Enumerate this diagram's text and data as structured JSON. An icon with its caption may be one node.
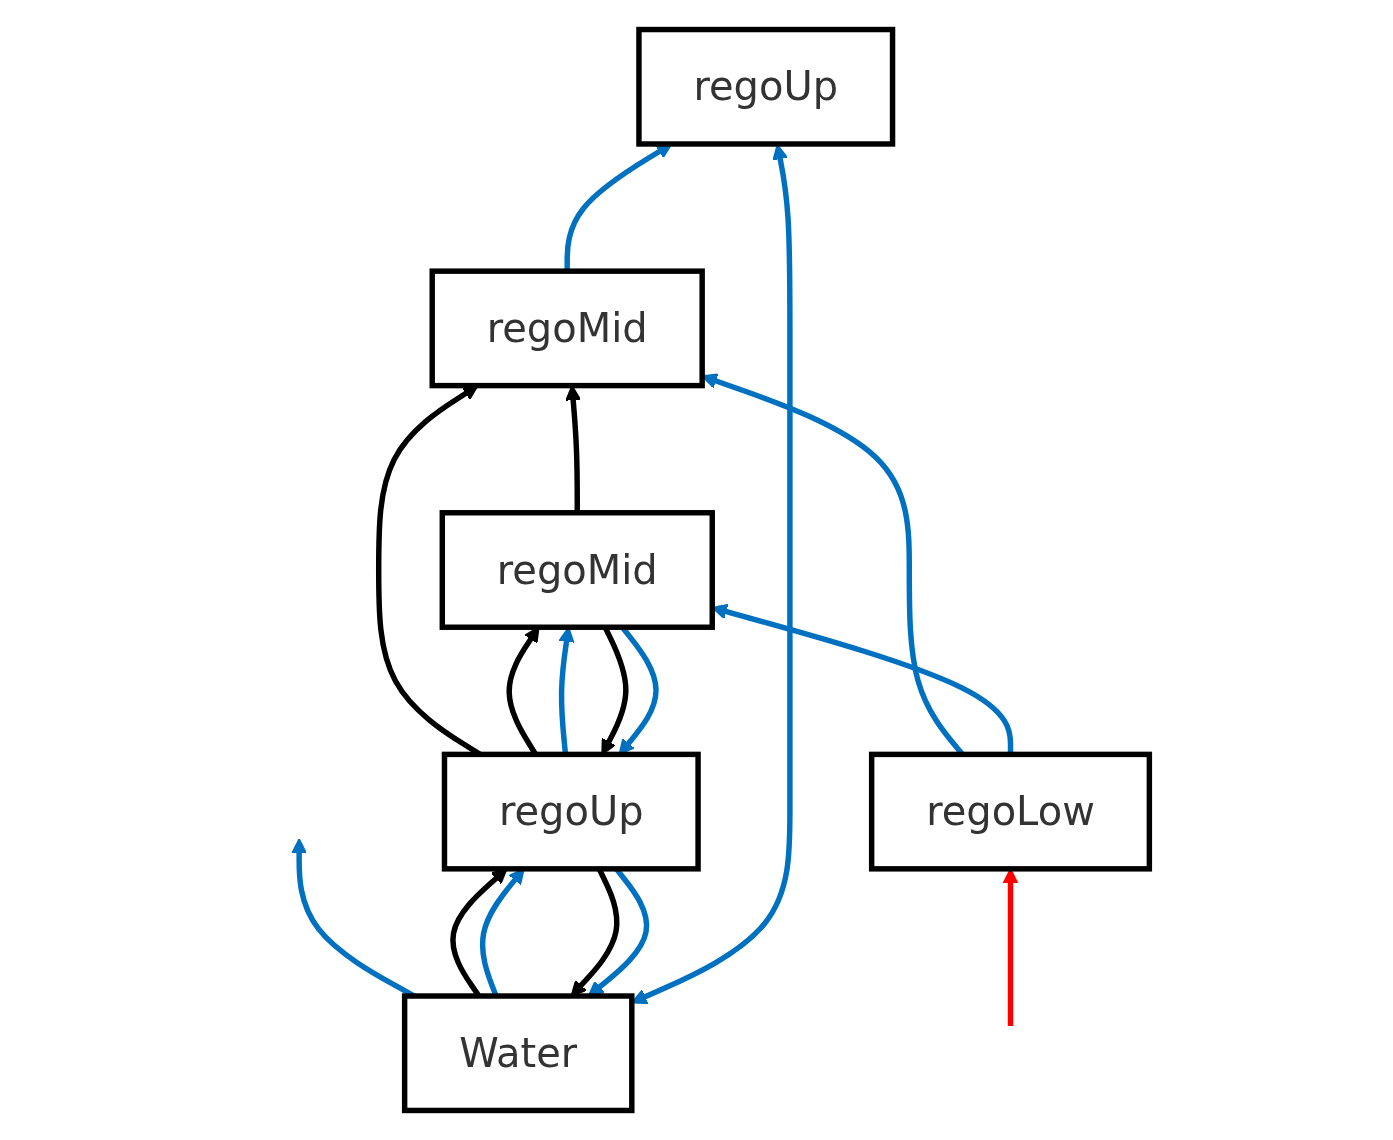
{
  "diagram": {
    "nodes": [
      {
        "text": [
          "Water"
        ]
      },
      {
        "text": [
          "regoUp"
        ]
      },
      {
        "text": [
          "regoUp"
        ]
      },
      {
        "text": [
          "regoMid"
        ]
      },
      {
        "text": [
          "regoMid"
        ]
      },
      {
        "text": [
          "regoLow"
        ]
      }
    ],
    "edges": [
      {
        "from": 1,
        "to": 0,
        "arrow": "both"
      },
      {
        "from": 0,
        "to": null,
        "arrow": "to"
      },
      {
        "from": 2,
        "to": 0,
        "arrow": "to",
        "color": "#000000"
      },
      {
        "from": 0,
        "to": 2,
        "arrow": "to",
        "color": "#000000"
      },
      {
        "from": 2,
        "to": 0,
        "arrow": "to"
      },
      {
        "from": 0,
        "to": 2,
        "arrow": "to"
      },
      {
        "from": 2,
        "to": 3,
        "arrow": "to",
        "color": "#000000"
      },
      {
        "from": 4,
        "to": 2,
        "arrow": "to",
        "color": "#000000"
      },
      {
        "from": 2,
        "to": 4,
        "arrow": "to",
        "color": "#000000"
      },
      {
        "from": 4,
        "to": 2,
        "arrow": "to"
      },
      {
        "from": 2,
        "to": 4,
        "arrow": "to"
      },
      {
        "from": 4,
        "to": 3,
        "arrow": "to",
        "color": "#000000"
      },
      {
        "from": 3,
        "to": 1,
        "arrow": "to"
      },
      {
        "from": 5,
        "to": 3,
        "arrow": "to"
      },
      {
        "from": 5,
        "to": 4,
        "arrow": "to"
      },
      {
        "from": null,
        "to": 5,
        "arrow": "to",
        "color": "#ff0000"
      }
    ]
  }
}
